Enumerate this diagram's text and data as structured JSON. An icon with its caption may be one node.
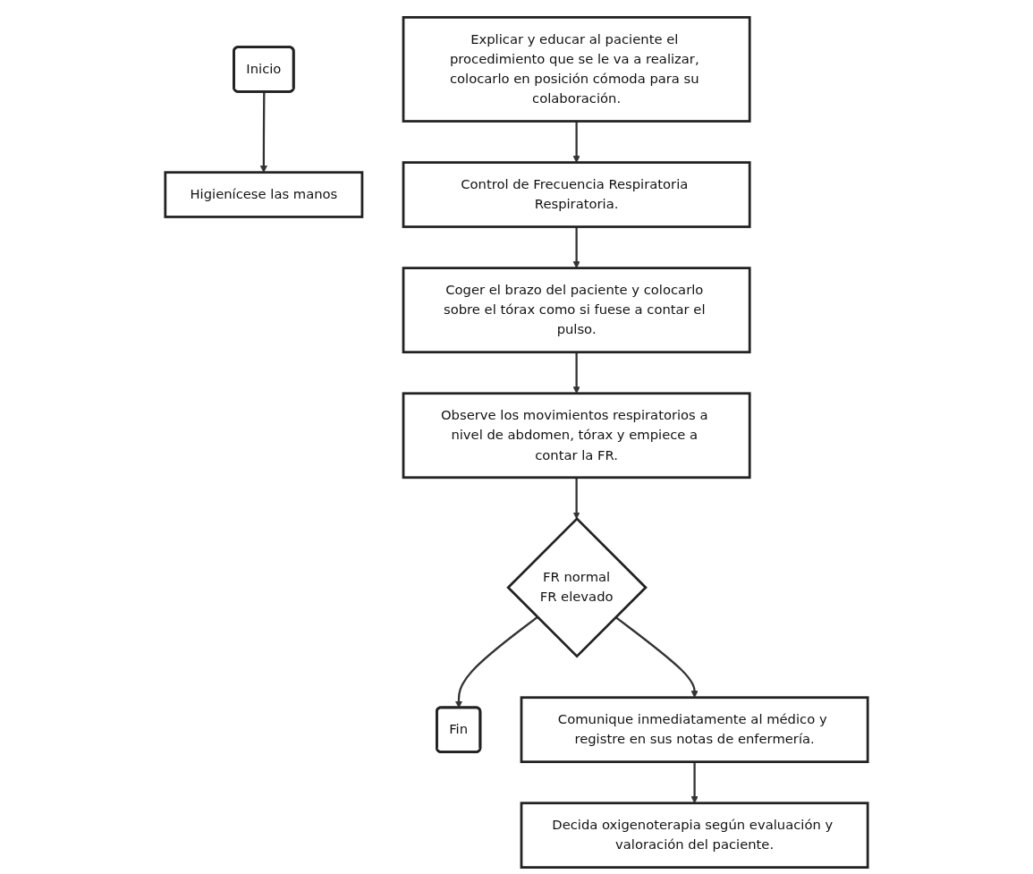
{
  "diagram": {
    "nodes": [
      {
        "text": [
          "Inicio"
        ]
      },
      {
        "text": [
          "Higienícese las manos"
        ]
      },
      {
        "text": [
          "Explicar y educar al paciente el procedimiento que se le va a realizar, colocarlo en posición cómoda para su colaboración."
        ]
      },
      {
        "text": [
          "Control de Frecuencia Respiratoria Respiratoria."
        ]
      },
      {
        "text": [
          "Coger el brazo del paciente y colocarlo sobre el tórax como si fuese a contar el pulso."
        ]
      },
      {
        "text": [
          "Observe los movimientos respiratorios a nivel de abdomen, tórax y empiece a contar la FR."
        ]
      },
      {
        "text": [
          "FR normal",
          "FR elevado"
        ]
      },
      {
        "text": [
          "Fin"
        ]
      },
      {
        "text": [
          "Comunique inmediatamente al médico y registre en sus notas de enfermería."
        ]
      },
      {
        "text": [
          "Decida oxigenoterapia según evaluación y valoración del paciente."
        ]
      }
    ],
    "edges": [
      {
        "from": 0,
        "to": 1,
        "arrow": "to"
      },
      {
        "from": 2,
        "to": 3,
        "arrow": "to"
      },
      {
        "from": 3,
        "to": 4,
        "arrow": "to"
      },
      {
        "from": 4,
        "to": 5,
        "arrow": "to"
      },
      {
        "from": 5,
        "to": 6,
        "arrow": "to"
      },
      {
        "from": 6,
        "to": 7,
        "arrow": "to"
      },
      {
        "from": 6,
        "to": 8,
        "arrow": "to"
      },
      {
        "from": 8,
        "to": 9,
        "arrow": "to"
      }
    ]
  }
}
